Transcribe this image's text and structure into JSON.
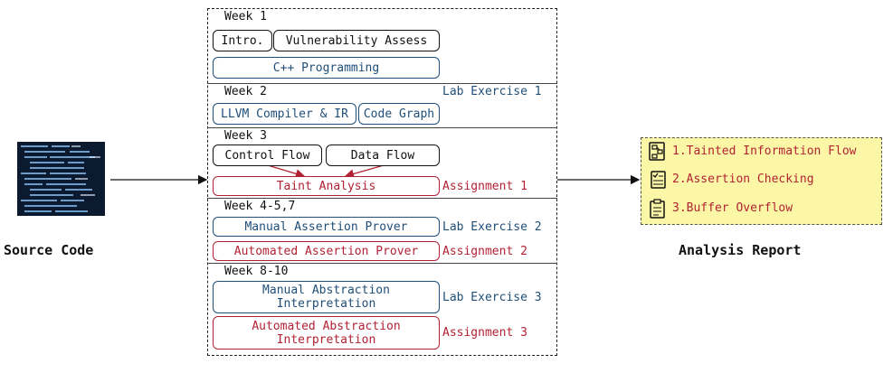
{
  "source": {
    "label": "Source Code"
  },
  "report": {
    "title": "Analysis Report",
    "items": [
      "1.Tainted Information Flow",
      "2.Assertion Checking",
      "3.Buffer Overflow"
    ]
  },
  "weeks": {
    "w1": {
      "label": "Week 1",
      "intro": "Intro.",
      "vuln": "Vulnerability Assess",
      "cpp": "C++ Programming"
    },
    "w2": {
      "label": "Week 2",
      "llvm": "LLVM Compiler & IR",
      "graph": "Code Graph",
      "side": "Lab Exercise 1"
    },
    "w3": {
      "label": "Week 3",
      "cf": "Control Flow",
      "df": "Data Flow",
      "taint": "Taint Analysis",
      "side": "Assignment 1"
    },
    "w4": {
      "label": "Week 4-5,7",
      "manual": "Manual Assertion Prover",
      "auto": "Automated Assertion Prover",
      "side1": "Lab Exercise 2",
      "side2": "Assignment 2"
    },
    "w8": {
      "label": "Week 8-10",
      "manual": "Manual Abstraction Interpretation",
      "auto": "Automated Abstraction Interpretation",
      "side1": "Lab Exercise 3",
      "side2": "Assignment 3"
    }
  },
  "colors": {
    "blue": "#1f4e79",
    "red": "#b22234",
    "report_bg": "#fbf7a6"
  }
}
